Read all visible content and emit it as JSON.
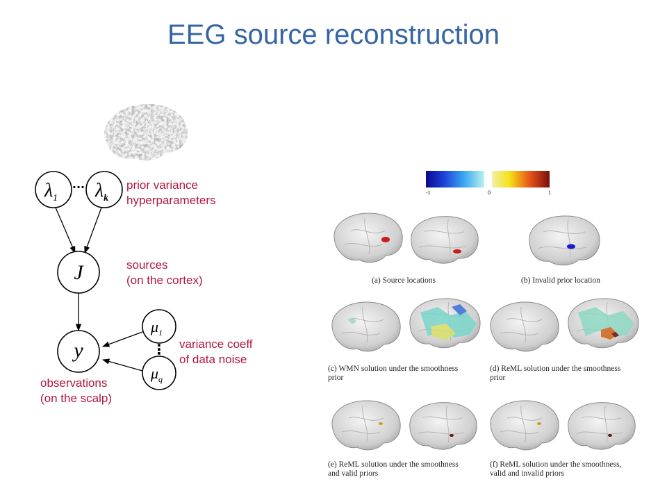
{
  "title": "EEG source reconstruction",
  "graph": {
    "nodes": [
      {
        "id": "lambda_1",
        "symbol": "λ",
        "sub": "1"
      },
      {
        "id": "lambda_k",
        "symbol": "λ",
        "sub": "k"
      },
      {
        "id": "J",
        "symbol": "J",
        "sub": ""
      },
      {
        "id": "y",
        "symbol": "y",
        "sub": ""
      },
      {
        "id": "mu_1",
        "symbol": "μ",
        "sub": "1"
      },
      {
        "id": "mu_q",
        "symbol": "μ",
        "sub": "q"
      }
    ],
    "ellipsis_h": "···",
    "ellipsis_v": "⋮",
    "edges": [
      {
        "from": "lambda_1",
        "to": "J"
      },
      {
        "from": "lambda_k",
        "to": "J"
      },
      {
        "from": "J",
        "to": "y"
      },
      {
        "from": "mu_1",
        "to": "y"
      },
      {
        "from": "mu_q",
        "to": "y"
      }
    ],
    "labels": {
      "prior_line1": "prior variance",
      "prior_line2": "hyperparameters",
      "sources_line1": "sources",
      "sources_line2": "(on the cortex)",
      "noise_line1": "variance coeff",
      "noise_line2": "of data noise",
      "obs_line1": "observations",
      "obs_line2": "(on the scalp)"
    }
  },
  "colorbar": {
    "min": "-1",
    "mid": "0",
    "max": "1"
  },
  "panels": {
    "a": "(a) Source locations",
    "b": "(b) Invalid prior location",
    "c_line1": "(c) WMN solution under the smoothness",
    "c_line2": "prior",
    "d_line1": "(d) ReML solution under the smoothness",
    "d_line2": "prior",
    "e_line1": "(e) ReML solution under the smoothness",
    "e_line2": "and valid priors",
    "f_line1": "(f) ReML solution under the smoothness,",
    "f_line2": "valid and invalid priors"
  },
  "colors": {
    "title": "#3565a3",
    "label_red": "#b0163f"
  }
}
